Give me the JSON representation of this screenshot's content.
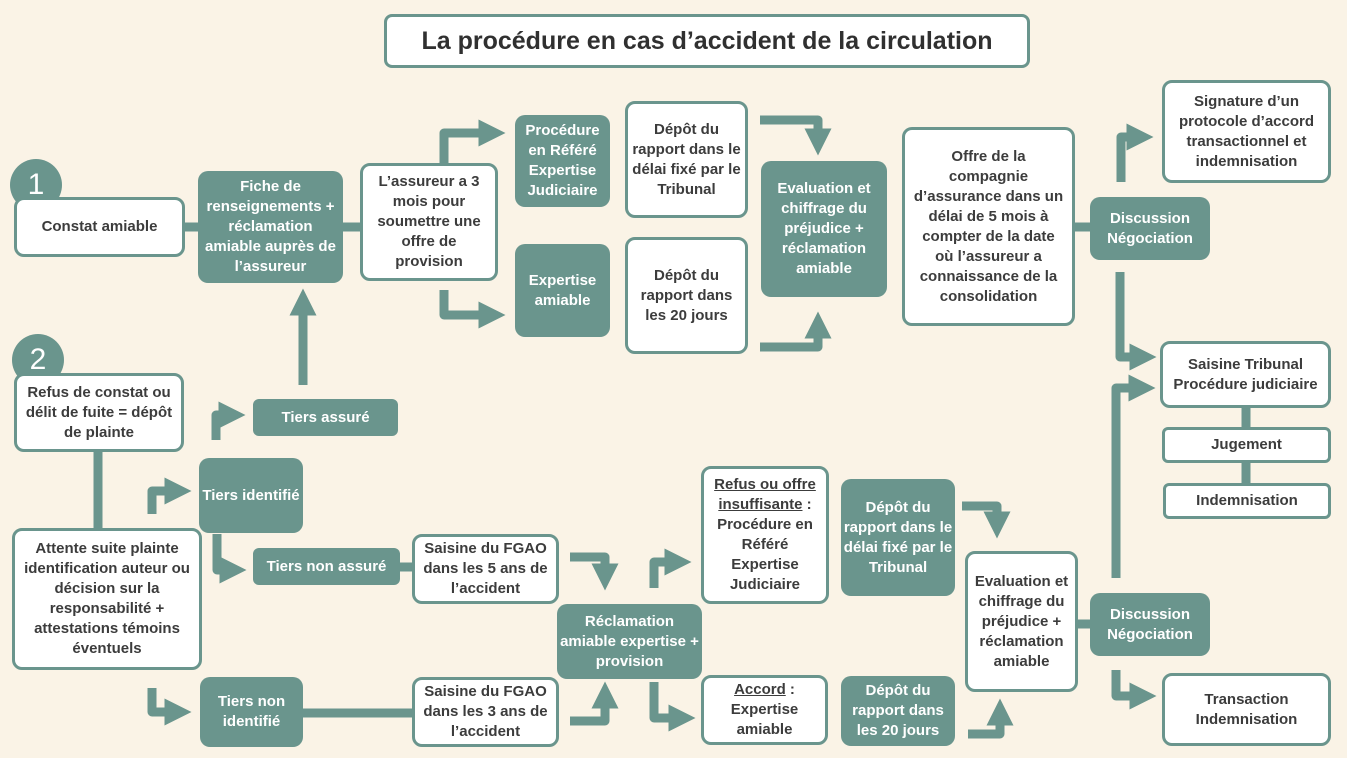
{
  "title": "La procédure en cas d’accident de la circulation",
  "markers": {
    "one": "1",
    "two": "2"
  },
  "nodes": {
    "constat_amiable": "Constat amiable",
    "fiche_renseignements": "Fiche de renseignements + réclamation amiable auprès de l’assureur",
    "assureur_3_mois": "L’assureur a 3 mois pour soumettre une offre de provision",
    "procedure_refere_top": "Procédure en Référé Expertise Judiciaire",
    "expertise_amiable_top": "Expertise amiable",
    "depot_rapport_tribunal_top": "Dépôt du rapport dans le délai fixé par le Tribunal",
    "depot_rapport_20j_top": "Dépôt du rapport dans les 20 jours",
    "evaluation_top": "Evaluation et chiffrage du préjudice + réclamation amiable",
    "offre_compagnie": "Offre de la compagnie d’assurance dans un délai de 5 mois à compter de la date où l’assureur a connaissance de la consolidation",
    "discussion_top": "Discussion Négociation",
    "signature_protocole": "Signature d’un protocole d’accord transactionnel et indemnisation",
    "saisine_tribunal": "Saisine Tribunal Procédure judiciaire",
    "jugement": "Jugement",
    "indemnisation": "Indemnisation",
    "refus_constat": "Refus de constat ou délit de fuite = dépôt de plainte",
    "tiers_assure": "Tiers assuré",
    "tiers_identifie": "Tiers identifié",
    "tiers_non_assure": "Tiers non assuré",
    "attente_plainte": "Attente suite plainte identification auteur ou décision sur la responsabilité + attestations témoins éventuels",
    "tiers_non_identifie": "Tiers non identifié",
    "saisine_fgao_5": "Saisine du FGAO dans les 5 ans de l’accident",
    "saisine_fgao_3": "Saisine du FGAO dans les 3 ans de l’accident",
    "reclamation_amiable": "Réclamation amiable expertise + provision",
    "refus_offre_label": "Refus ou offre insuffisante",
    "refus_offre_rest": "Procédure en Référé Expertise Judiciaire",
    "accord_label": "Accord",
    "accord_rest": "Expertise amiable",
    "depot_rapport_tribunal_bottom": "Dépôt du rapport dans le délai fixé par le Tribunal",
    "depot_rapport_20j_bottom": "Dépôt du rapport dans les 20 jours",
    "evaluation_bottom": "Evaluation et chiffrage du préjudice + réclamation amiable",
    "discussion_bottom": "Discussion Négociation",
    "transaction": "Transaction Indemnisation"
  },
  "colors": {
    "accent": "#6a958d",
    "background": "#faf3e6",
    "box_fill": "#ffffff",
    "text": "#3c3c3c"
  }
}
